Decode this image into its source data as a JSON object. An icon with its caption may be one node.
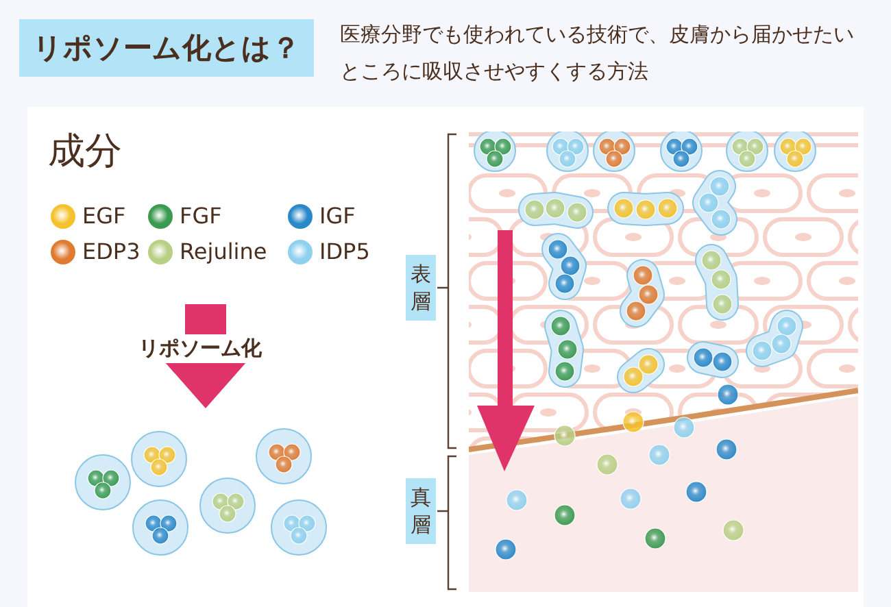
{
  "diagram": {
    "title": "リポソーム化とは？",
    "labels": [
      "医療分野でも使われている技術で、皮膚から届かせたいところに吸収させやすくする方法",
      "成分",
      "リポソーム化",
      "表層",
      "真層"
    ],
    "legend": [
      {
        "text": "EGF",
        "color": "#f5c22e"
      },
      {
        "text": "FGF",
        "color": "#3a9a50"
      },
      {
        "text": "IGF",
        "color": "#2a88c8"
      },
      {
        "text": "EDP3",
        "color": "#e07a30"
      },
      {
        "text": "Rejuline",
        "color": "#b8cf85"
      },
      {
        "text": "IDP5",
        "color": "#8fd0ee"
      }
    ]
  }
}
